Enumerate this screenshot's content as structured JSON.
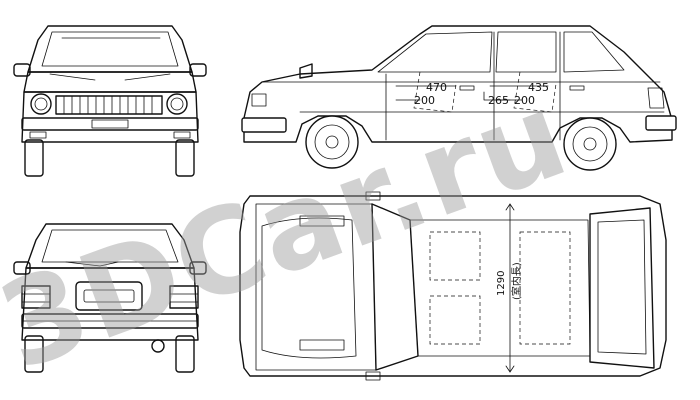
{
  "watermark": {
    "text": "3DCar.ru"
  },
  "dimensions": {
    "rear_seat_shoulder": "470",
    "front_room": "200",
    "seat_gap": "265",
    "rear_room": "200",
    "rear_width": "435",
    "interior_length": "1290",
    "interior_length_note": "(室内長)"
  }
}
